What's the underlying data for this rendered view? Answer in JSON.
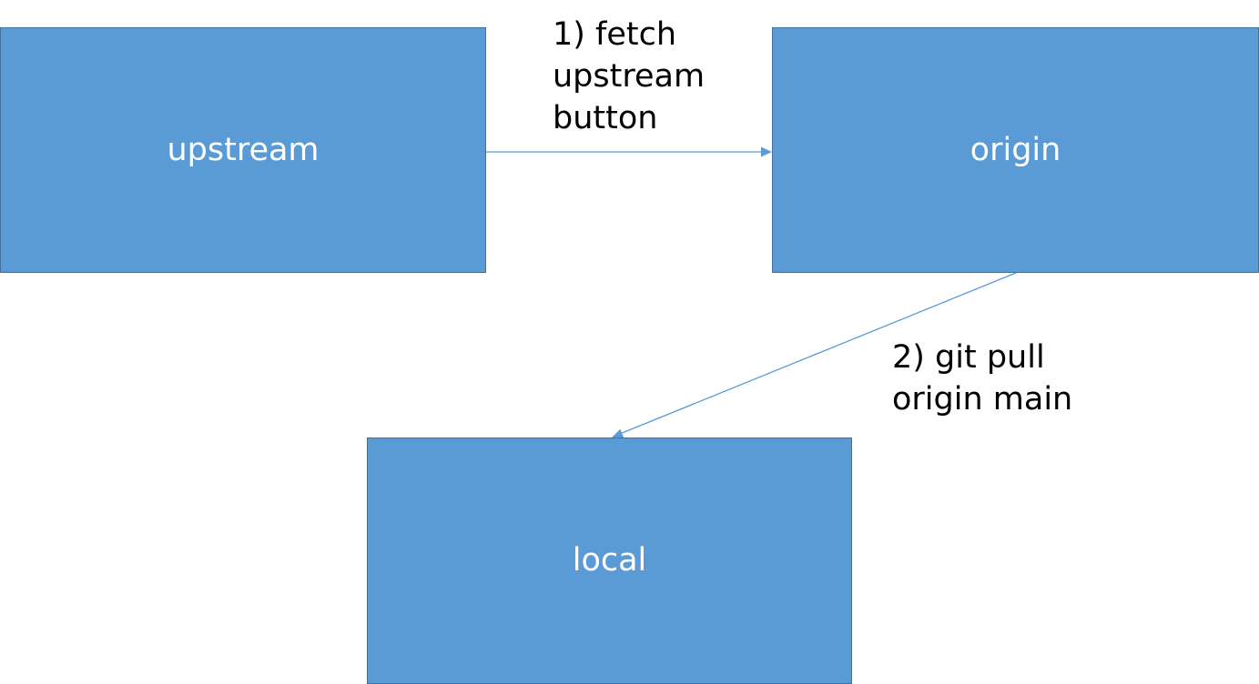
{
  "colors": {
    "box_fill": "#5b9bd5",
    "box_border": "#41719c",
    "edge": "#5b9bd5"
  },
  "nodes": {
    "upstream": {
      "label": "upstream"
    },
    "origin": {
      "label": "origin"
    },
    "local": {
      "label": "local"
    }
  },
  "edges": {
    "fetch": {
      "lines": [
        "1) fetch",
        "upstream",
        "button"
      ]
    },
    "pull": {
      "lines": [
        "2) git pull",
        "origin main"
      ]
    }
  }
}
